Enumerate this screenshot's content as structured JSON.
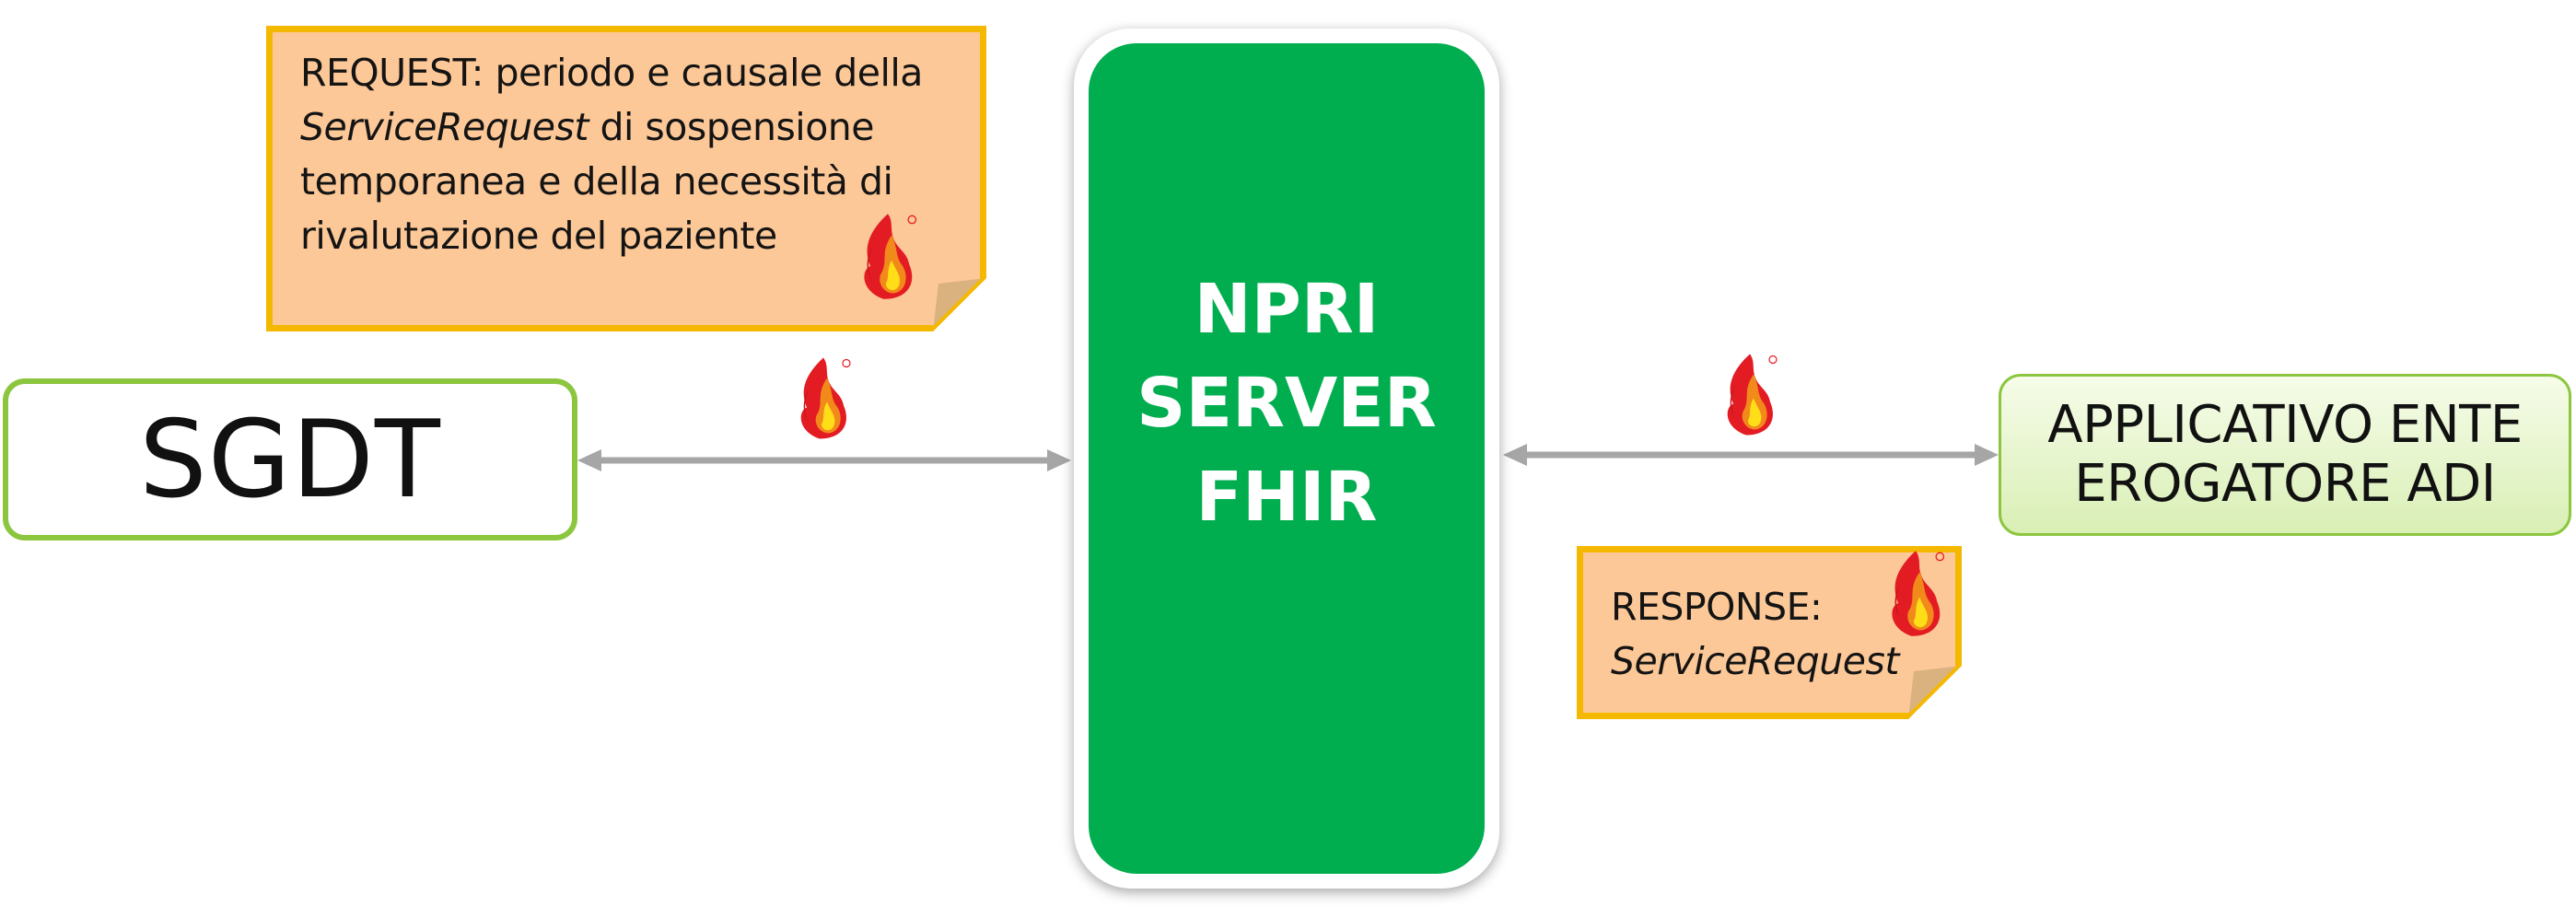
{
  "diagram": {
    "request_note": {
      "prefix": "REQUEST: periodo e causale della",
      "italic": "ServiceRequest",
      "rest": " di sospensione",
      "line3": "temporanea e della necessità di",
      "line4": "rivalutazione del paziente"
    },
    "response_note": {
      "line1": "RESPONSE:",
      "line2": "ServiceRequest"
    },
    "sgdt_label": "SGDT",
    "server": {
      "line1": "NPRI",
      "line2": "SERVER",
      "line3": "FHIR"
    },
    "app": {
      "line1": "APPLICATIVO ENTE",
      "line2": "EROGATORE ADI"
    },
    "colors": {
      "server_green": "#00ae4f",
      "note_fill": "#fdc897",
      "note_border": "#f5b800",
      "box_border": "#8cc63f",
      "arrow_gray": "#a6a6a6"
    },
    "icons": [
      "fhir-flame-icon"
    ]
  }
}
